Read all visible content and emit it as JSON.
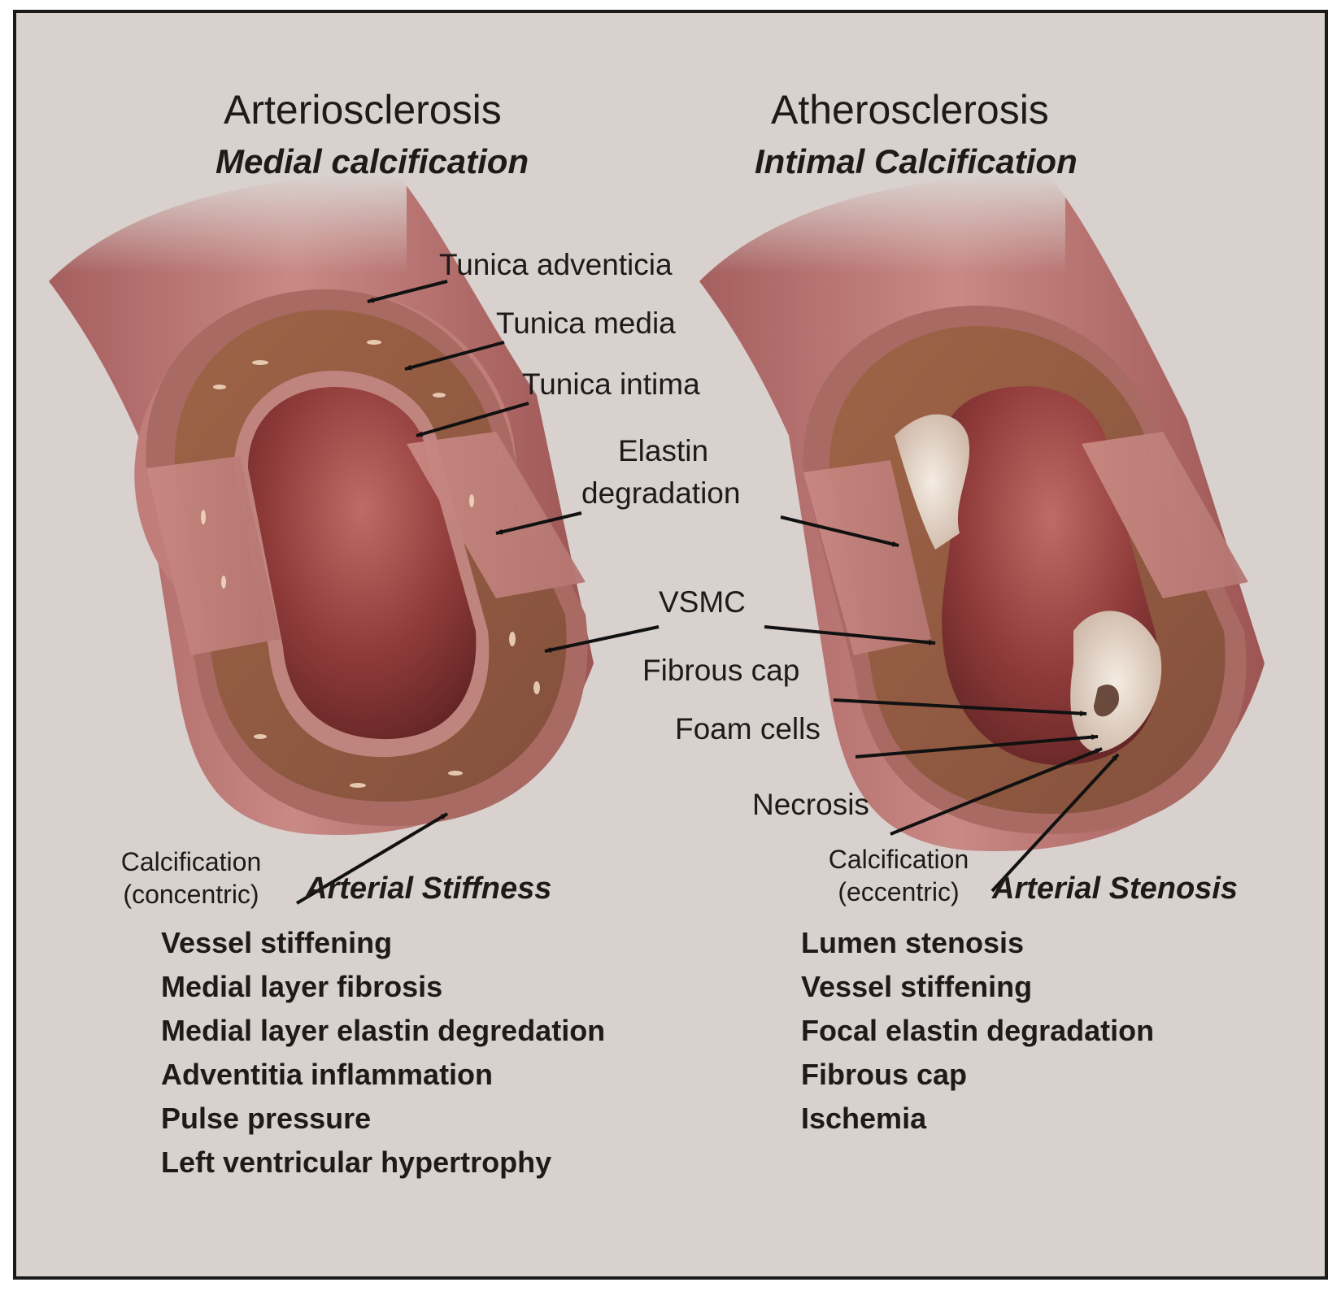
{
  "left": {
    "title": "Arteriosclerosis",
    "subtitle": "Medial calcification",
    "outcome": "Arterial Stiffness",
    "calcification": [
      "Calcification",
      "(concentric)"
    ],
    "features": [
      "Vessel stiffening",
      "Medial layer fibrosis",
      "Medial layer elastin degredation",
      "Adventitia inflammation",
      "Pulse pressure",
      "Left ventricular hypertrophy"
    ]
  },
  "right": {
    "title": "Atherosclerosis",
    "subtitle": "Intimal Calcification",
    "outcome": "Arterial Stenosis",
    "calcification": [
      "Calcification",
      "(eccentric)"
    ],
    "features": [
      "Lumen stenosis",
      "Vessel stiffening",
      "Focal elastin degradation",
      "Fibrous cap",
      "Ischemia"
    ]
  },
  "labels": {
    "tunica_adventicia": "Tunica adventicia",
    "tunica_media": "Tunica media",
    "tunica_intima": "Tunica intima",
    "elastin": [
      "Elastin",
      "degradation"
    ],
    "vsmc": "VSMC",
    "fibrous_cap": "Fibrous cap",
    "foam_cells": "Foam cells",
    "necrosis": "Necrosis"
  },
  "colors": {
    "background": "#d9d1ce",
    "vessel_outer": "#b9706f",
    "media": "#9a5a45",
    "lumen": "#8e3a3a",
    "plaque": "#e8dccb",
    "text": "#1e1a19"
  }
}
